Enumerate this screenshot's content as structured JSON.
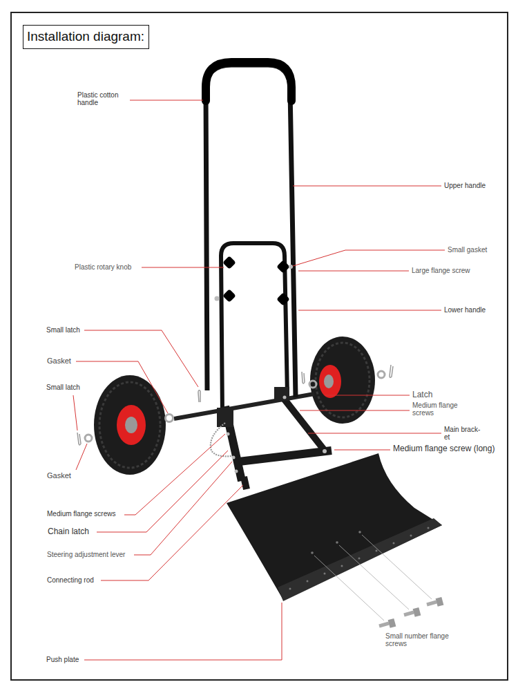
{
  "diagram": {
    "title": "Installation diagram:",
    "labels": [
      "Plastic cotton handle",
      "Upper handle",
      "Small gasket",
      "Plastic rotary knob",
      "Large flange screw",
      "Lower handle",
      "Small latch",
      "Gasket",
      "Small latch",
      "Latch",
      "Medium flange screws",
      "Main brack- et",
      "Medium flange screw (long)",
      "Gasket",
      "Medium flange screws",
      "Chain latch",
      "Steering adjustment lever",
      "Connecting rod",
      "Small number flange screws",
      "Push plate"
    ]
  }
}
